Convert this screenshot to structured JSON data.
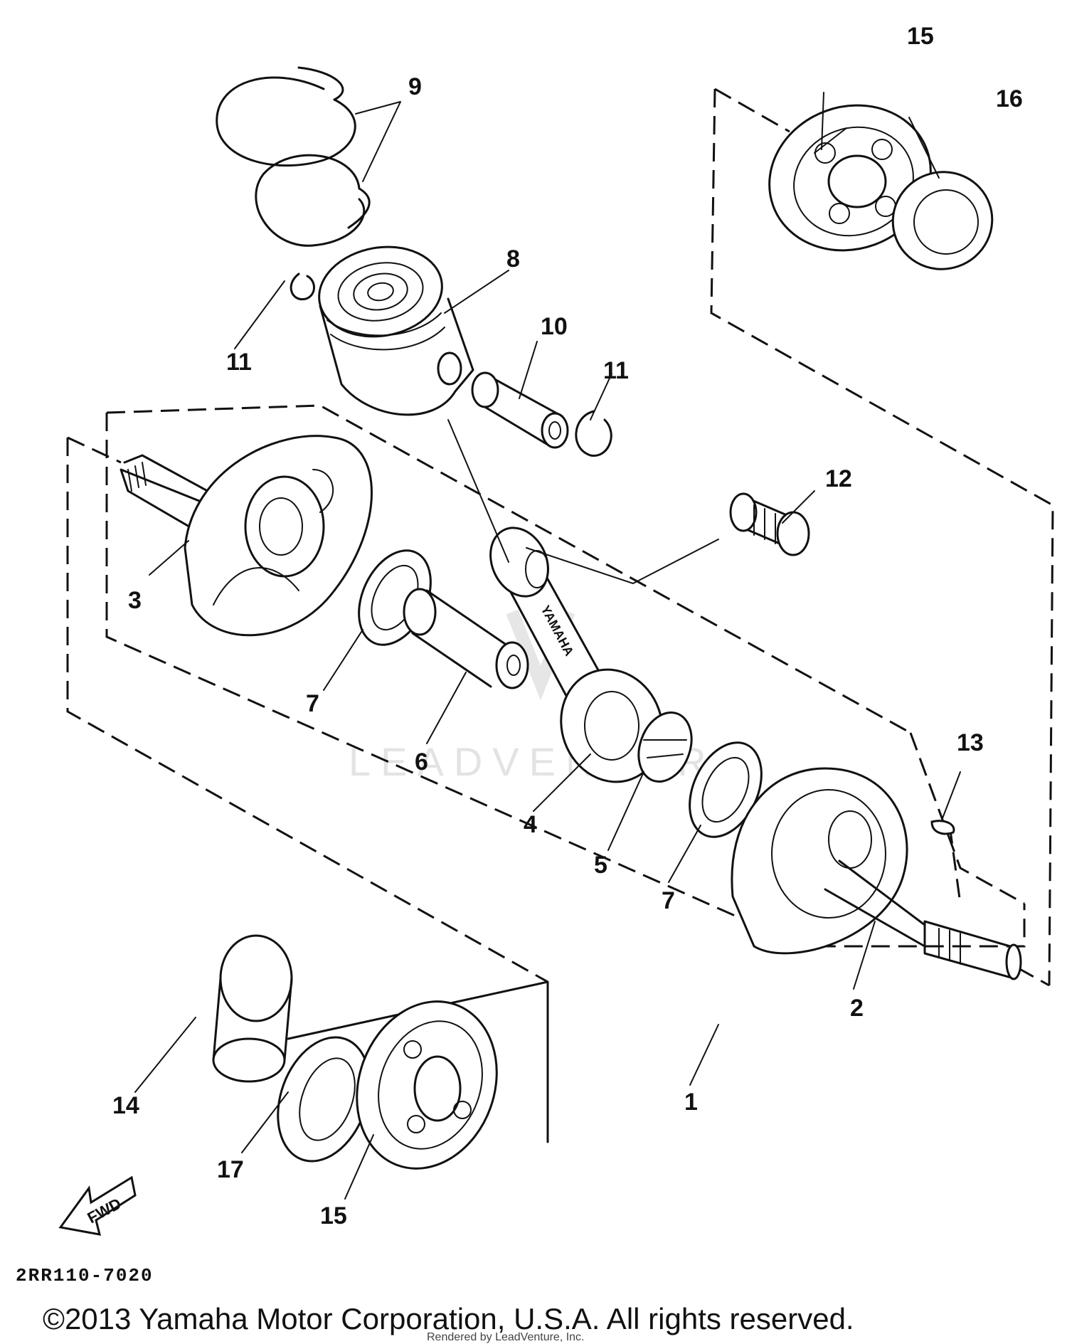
{
  "callouts": {
    "c1": "1",
    "c2": "2",
    "c3": "3",
    "c4": "4",
    "c5": "5",
    "c6": "6",
    "c7a": "7",
    "c7b": "7",
    "c8": "8",
    "c9": "9",
    "c10": "10",
    "c11a": "11",
    "c11b": "11",
    "c12": "12",
    "c13": "13",
    "c14": "14",
    "c15a": "15",
    "c15b": "15",
    "c16": "16",
    "c17": "17"
  },
  "rod_text": "YAMAHA",
  "fwd_label": "FWD",
  "diagram_code": "2RR110-7020",
  "watermark": "LEADVENTURE",
  "copyright": "©2013 Yamaha Motor Corporation, U.S.A. All rights reserved.",
  "rendered_by": "Rendered by LeadVenture, Inc."
}
